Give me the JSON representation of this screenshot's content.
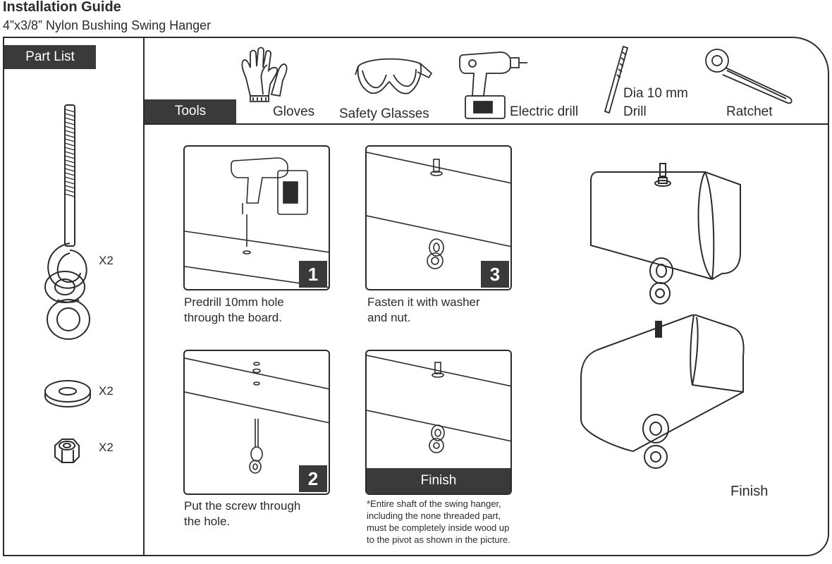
{
  "header": {
    "title": "Installation Guide",
    "subtitle": "4”x3/8” Nylon Bushing Swing Hanger"
  },
  "part_list": {
    "label": "Part List",
    "items": [
      {
        "icon": "swing-hanger-bolt-icon",
        "qty": "X2"
      },
      {
        "icon": "washer-icon",
        "qty": "X2"
      },
      {
        "icon": "nut-icon",
        "qty": "X2"
      }
    ]
  },
  "tools": {
    "label": "Tools",
    "items": [
      {
        "icon": "gloves-icon",
        "label": "Gloves"
      },
      {
        "icon": "safety-glasses-icon",
        "label": "Safety Glasses"
      },
      {
        "icon": "electric-drill-icon",
        "label": "Electric drill"
      },
      {
        "icon": "drill-bit-icon",
        "label_line1": "Dia 10 mm",
        "label_line2": "Drill"
      },
      {
        "icon": "ratchet-icon",
        "label": "Ratchet"
      }
    ]
  },
  "steps": [
    {
      "number": "1",
      "caption_line1": "Predrill 10mm hole",
      "caption_line2": "through the board."
    },
    {
      "number": "2",
      "caption_line1": "Put the screw through",
      "caption_line2": "the hole."
    },
    {
      "number": "3",
      "caption_line1": "Fasten it with washer",
      "caption_line2": "and nut."
    }
  ],
  "finish_panel": {
    "label": "Finish",
    "note_lines": [
      "*Entire shaft of the swing hanger,",
      "including the none threaded part,",
      "must be completely inside wood up",
      "to the pivot as shown in the picture."
    ]
  },
  "finish_illustration": {
    "label": "Finish"
  },
  "colors": {
    "ink": "#2b2b2b",
    "label_bg": "#3a3a3a"
  }
}
